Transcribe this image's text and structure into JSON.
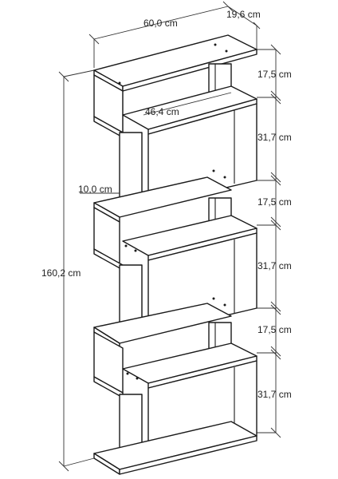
{
  "dimensions": {
    "width": "60,0 cm",
    "depth": "19,6 cm",
    "total_height": "160,2 cm",
    "inner_width": "46,4 cm",
    "panel_width": "10,0 cm",
    "section_heights": [
      "17,5 cm",
      "31,7 cm",
      "17,5 cm",
      "31,7 cm",
      "17,5 cm",
      "31,7 cm"
    ]
  }
}
